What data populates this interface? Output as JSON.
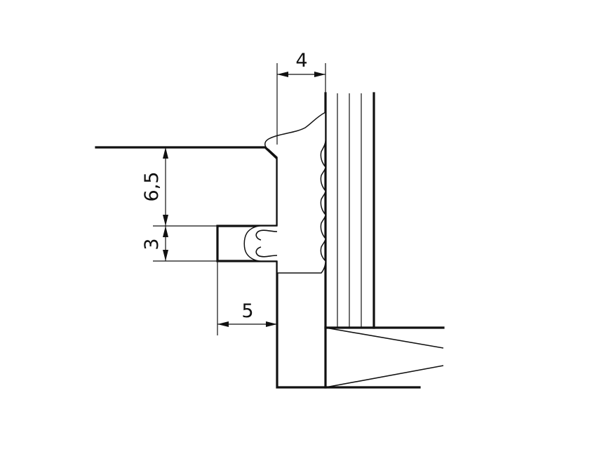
{
  "drawing": {
    "dimensions": {
      "top_width": "4",
      "upper_height": "6,5",
      "lower_height": "3",
      "offset_width": "5"
    }
  }
}
